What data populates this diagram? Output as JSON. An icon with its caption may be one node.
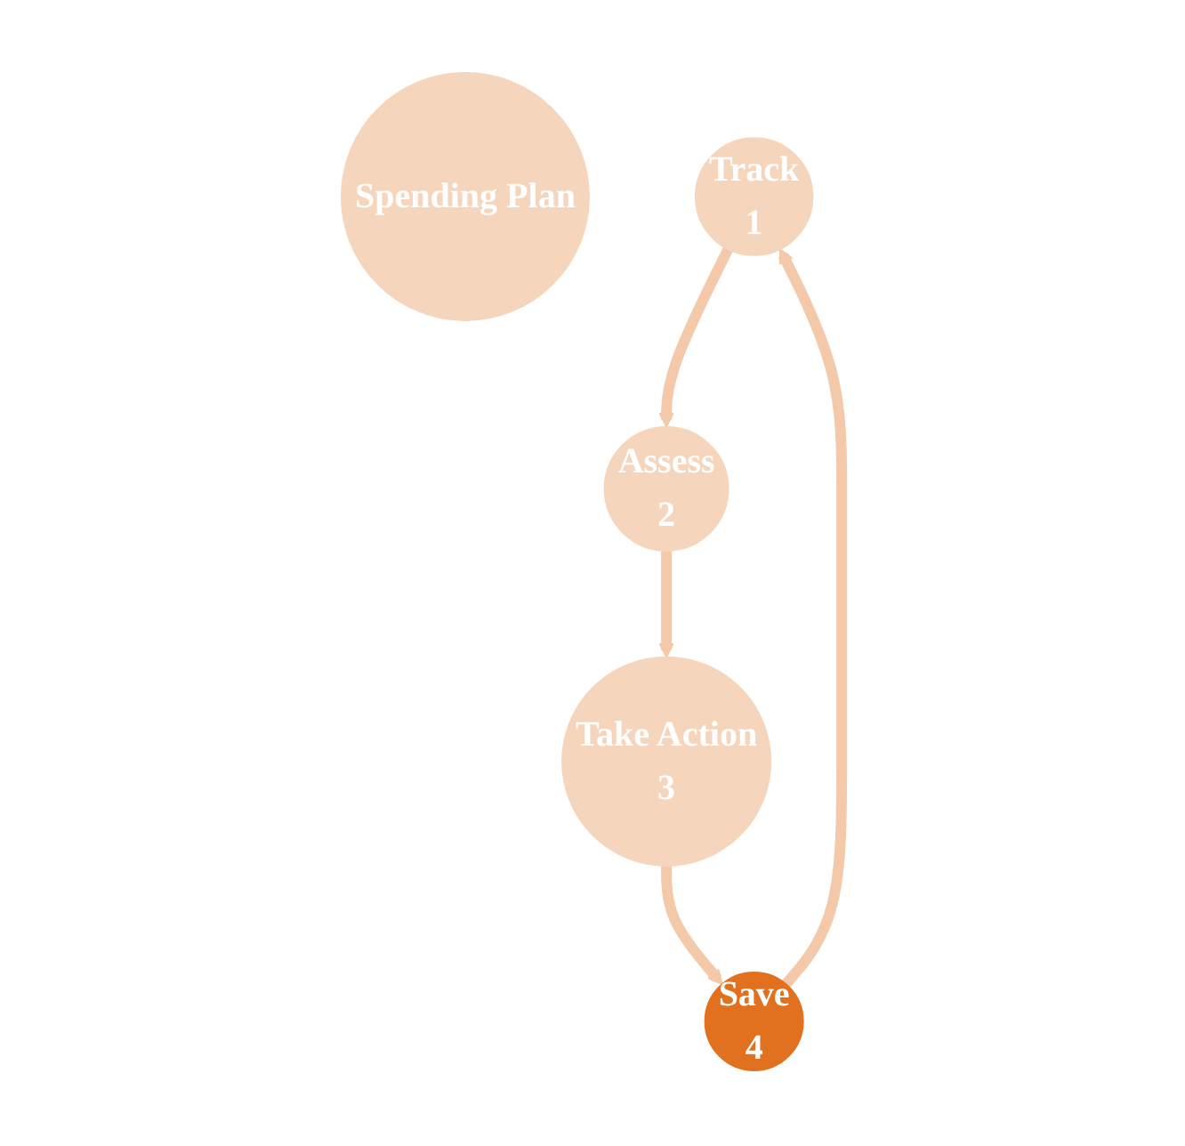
{
  "diagram": {
    "nodes": [
      {
        "text": [
          "Spending Plan"
        ]
      },
      {
        "text": [
          "Track",
          "1"
        ]
      },
      {
        "text": [
          "Assess",
          "2"
        ]
      },
      {
        "text": [
          "Take Action",
          "3"
        ]
      },
      {
        "text": [
          "Save",
          "4"
        ]
      }
    ],
    "edges": [
      {
        "from": 4,
        "to": 1,
        "arrow": "to"
      },
      {
        "from": 1,
        "to": 2,
        "arrow": "to"
      },
      {
        "from": 2,
        "to": 3,
        "arrow": "to"
      },
      {
        "from": 3,
        "to": 4,
        "arrow": "to"
      }
    ]
  }
}
